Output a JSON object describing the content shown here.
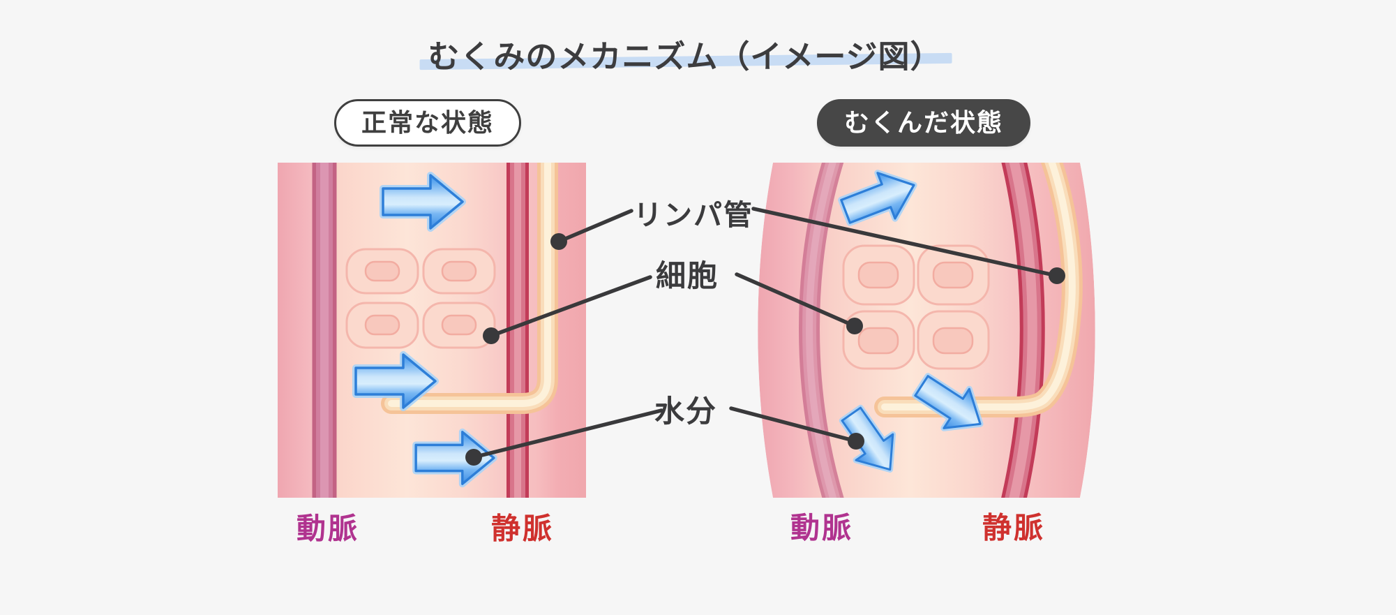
{
  "title": {
    "text": "むくみのメカニズム（イメージ図）"
  },
  "badges": {
    "left": "正常な状態",
    "right": "むくんだ状態"
  },
  "callout_labels": {
    "lymph_vessel": "リンパ管",
    "cell": "細胞",
    "water": "水分"
  },
  "vessel_labels": {
    "left_artery": "動脈",
    "left_vein": "静脈",
    "right_artery": "動脈",
    "right_vein": "静脈"
  },
  "colors": {
    "background": "#f6f6f6",
    "title_text": "#3c3c3e",
    "title_underline": "#c8dcf4",
    "badge_light_bg": "#ffffff",
    "badge_dark_bg": "#474747",
    "artery_label": "#b0338f",
    "vein_label": "#cf312e",
    "arrow_blue": "#3789e3",
    "arrow_highlight": "#d8eefd",
    "arrow_outline": "#2d7ed8",
    "callout_line": "#39393b",
    "panel_pink": "#f3aeb5",
    "artery_stripe": "#c36384",
    "vein_stripe": "#c23b58",
    "lymph_cream": "#fdf1da",
    "cell_fill": "#fbd9cd"
  }
}
